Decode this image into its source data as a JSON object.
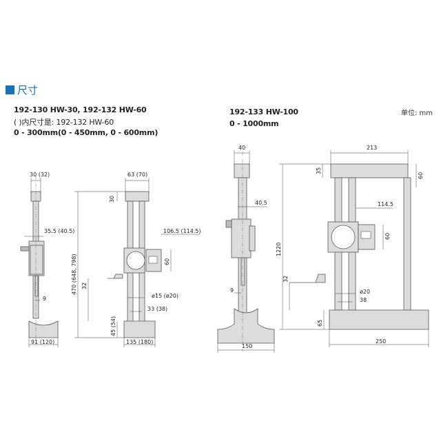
{
  "section": {
    "title": "尺寸"
  },
  "unit_label": "单位: mm",
  "left_spec": {
    "line1": "192-130  HW-30, 192-132  HW-60",
    "line2": "( )内尺寸是: 192-132  HW-60",
    "line3": "0 - 300mm(0 - 450mm, 0 - 600mm)"
  },
  "right_spec": {
    "line1": "192-133  HW-100",
    "line2": "0 - 1000mm"
  },
  "dims_a": {
    "top_width": "30 (32)",
    "offset": "35.5 (40.5)",
    "tip": "9",
    "base_width": "91 (120)"
  },
  "dims_b": {
    "top_width": "63 (70)",
    "top_height": "30",
    "reach": "106.5 (114.5)",
    "total_height": "470 (648, 798)",
    "dial_height": "60",
    "scriber": "32",
    "column_dia": "ø15 (ø20)",
    "spacing": "33 (38)",
    "base_height": "45 (54)",
    "base_width": "135 (180)"
  },
  "dims_c": {
    "top_width": "40",
    "offset": "40.5",
    "tip": "9",
    "base_width": "150"
  },
  "dims_d": {
    "top_width": "213",
    "top_height": "35",
    "top_right": "60",
    "reach": "114.5",
    "total_height": "1220",
    "dial_height": "60",
    "scriber": "32",
    "column_dia": "ø20",
    "spacing": "38",
    "base_height": "65",
    "base_width": "250"
  }
}
